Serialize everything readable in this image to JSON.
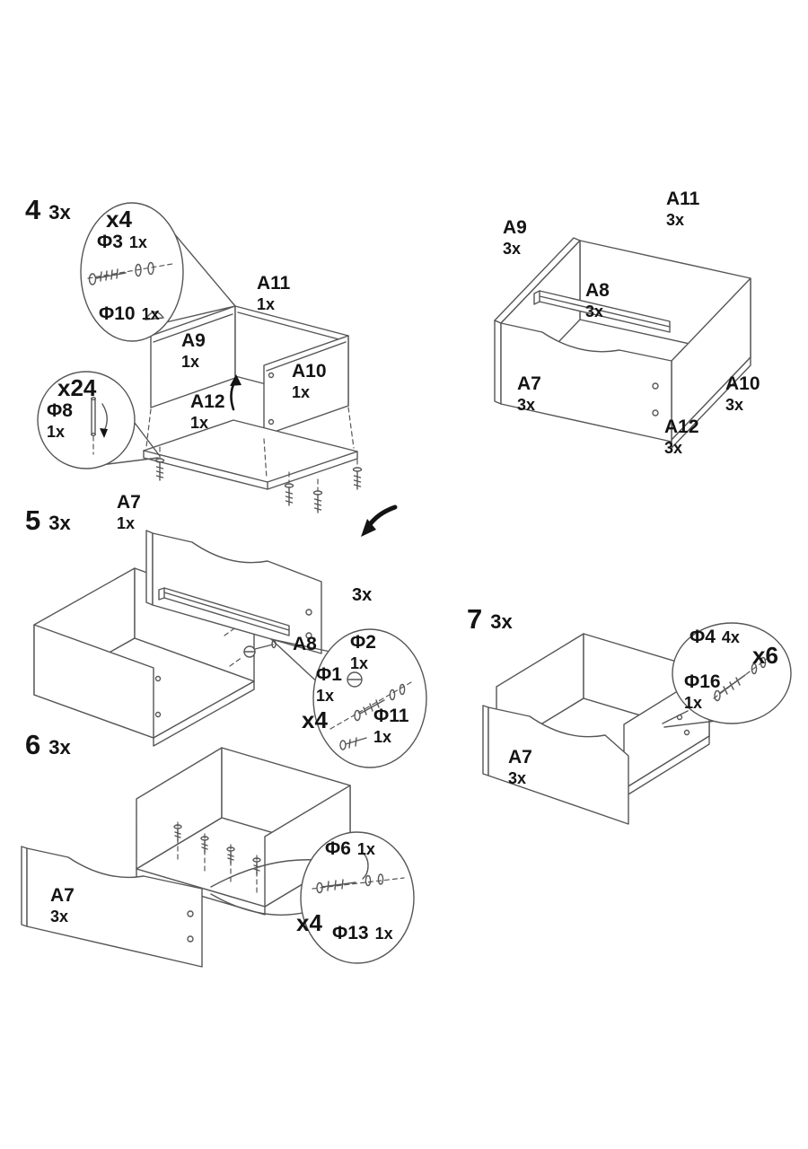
{
  "step4": {
    "number": "4",
    "repeat": "3x",
    "screw_callout": {
      "qty": "x4",
      "screw_part": "Φ3",
      "screw_count": "1x",
      "cap_part": "Φ10",
      "cap_count": "1x"
    },
    "dowel_callout": {
      "qty": "x24",
      "dowel_part": "Φ8",
      "dowel_count": "1x"
    },
    "back_panel": {
      "part": "A11",
      "count": "1x"
    },
    "left_panel": {
      "part": "A9",
      "count": "1x"
    },
    "right_panel": {
      "part": "A10",
      "count": "1x"
    },
    "bottom_panel": {
      "part": "A12",
      "count": "1x"
    }
  },
  "assembled": {
    "left_panel": {
      "part": "A9",
      "count": "3x"
    },
    "back_panel": {
      "part": "A11",
      "count": "3x"
    },
    "rail": {
      "part": "A8",
      "count": "3x"
    },
    "front_panel": {
      "part": "A7",
      "count": "3x"
    },
    "right_panel": {
      "part": "A10",
      "count": "3x"
    },
    "bottom_panel": {
      "part": "A12",
      "count": "3x"
    }
  },
  "step5": {
    "number": "5",
    "repeat": "3x",
    "front_panel": {
      "part": "A7",
      "count": "1x"
    },
    "rail_part": "A8",
    "rail_count": "3x",
    "hardware_callout": {
      "bolt_part": "Φ2",
      "bolt_count": "1x",
      "cam_part": "Φ1",
      "cam_count": "1x",
      "qty": "x4",
      "screw_part": "Φ11",
      "screw_count": "1x"
    }
  },
  "step6": {
    "number": "6",
    "repeat": "3x",
    "front_panel": {
      "part": "A7",
      "count": "3x"
    },
    "hardware_callout": {
      "screw_part": "Φ6",
      "screw_count": "1x",
      "qty": "x4",
      "cap_part": "Φ13",
      "cap_count": "1x"
    }
  },
  "step7": {
    "number": "7",
    "repeat": "3x",
    "front_panel": {
      "part": "A7",
      "count": "3x"
    },
    "hardware_callout": {
      "screw_part": "Φ4",
      "screw_count": "4x",
      "qty": "x6",
      "cam_part": "Φ16",
      "cam_count": "1x"
    }
  }
}
